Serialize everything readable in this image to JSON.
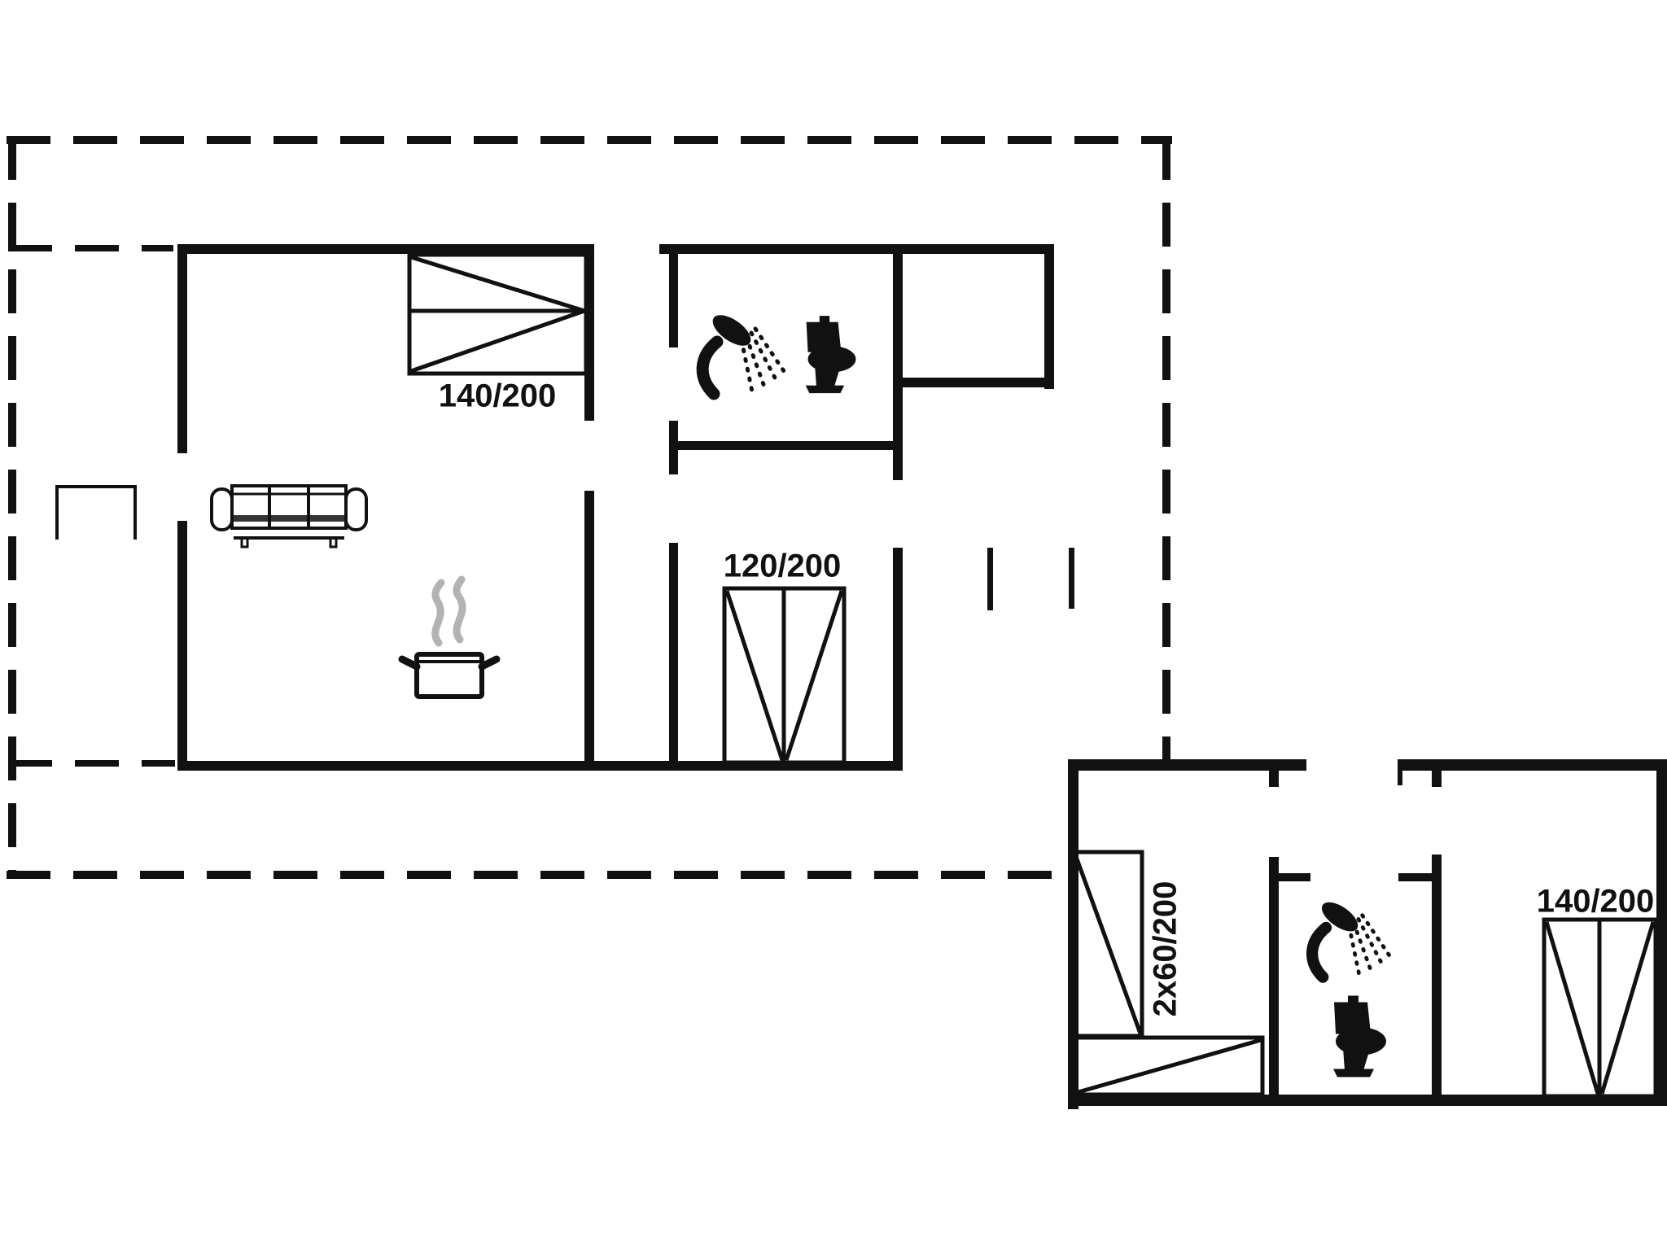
{
  "document": {
    "type": "architectural-floor-plan",
    "description": "Holiday house floor plan with main floor and annex/second unit, black line drawing on white"
  },
  "colors": {
    "line": "#111111",
    "background": "#ffffff",
    "steam": "#b3b3b3"
  },
  "main_floor": {
    "bedroom": {
      "bed_label": "140/200"
    },
    "hall": {
      "wardrobe_label": "120/200"
    },
    "bathroom": {
      "icons": [
        "shower-icon",
        "toilet-icon"
      ]
    },
    "living_room": {
      "icons": [
        "sofa-icon",
        "cooking-pot-icon",
        "steam-icon"
      ]
    },
    "site_boundary": {
      "style": "dashed"
    }
  },
  "annex": {
    "left_bedroom": {
      "bed_label": "2x60/200"
    },
    "shower_room": {
      "icons": [
        "shower-icon",
        "toilet-icon"
      ]
    },
    "right_bedroom": {
      "bed_label": "140/200"
    }
  }
}
